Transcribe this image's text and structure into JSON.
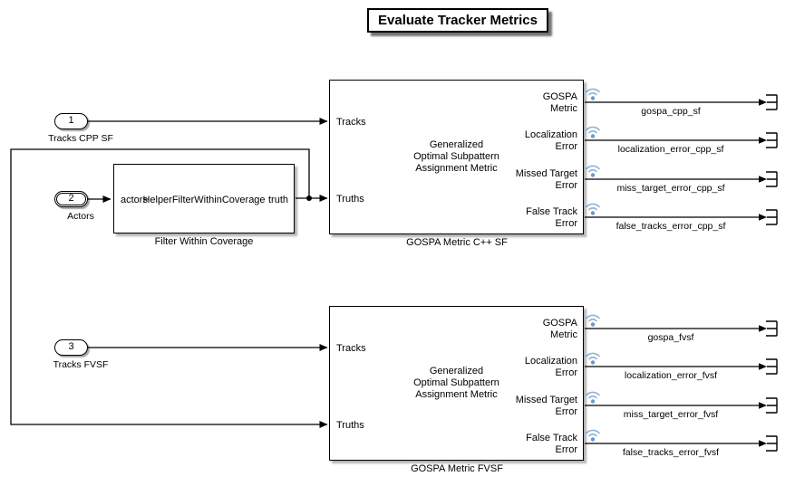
{
  "title": "Evaluate Tracker Metrics",
  "colors": {
    "wire": "#000000",
    "badge_arc": "#8fb0da",
    "badge_dot": "#6b96cc",
    "block_border": "#000000",
    "background": "#ffffff"
  },
  "icons": {
    "logging_badge": "wifi-signal-icon",
    "output_sink": "out-bus-element-icon",
    "branch_dot": "wire-branch-dot"
  },
  "inports": [
    {
      "number": "1",
      "label": "Tracks CPP SF"
    },
    {
      "number": "2",
      "label": "Actors"
    },
    {
      "number": "3",
      "label": "Tracks FVSF"
    }
  ],
  "filter_block": {
    "input_port": "actors",
    "body": "HelperFilterWithinCoverage",
    "output_port": "truth",
    "label": "Filter Within Coverage"
  },
  "gospa_blocks": [
    {
      "label": "GOSPA Metric C++ SF",
      "body": [
        "Generalized",
        "Optimal Subpattern",
        "Assignment Metric"
      ],
      "inputs": [
        "Tracks",
        "Truths"
      ],
      "outputs": [
        {
          "line1": "GOSPA",
          "line2": "Metric",
          "signal": "gospa_cpp_sf"
        },
        {
          "line1": "Localization",
          "line2": "Error",
          "signal": "localization_error_cpp_sf"
        },
        {
          "line1": "Missed Target",
          "line2": "Error",
          "signal": "miss_target_error_cpp_sf"
        },
        {
          "line1": "False Track",
          "line2": "Error",
          "signal": "false_tracks_error_cpp_sf"
        }
      ]
    },
    {
      "label": "GOSPA Metric FVSF",
      "body": [
        "Generalized",
        "Optimal Subpattern",
        "Assignment Metric"
      ],
      "inputs": [
        "Tracks",
        "Truths"
      ],
      "outputs": [
        {
          "line1": "GOSPA",
          "line2": "Metric",
          "signal": "gospa_fvsf"
        },
        {
          "line1": "Localization",
          "line2": "Error",
          "signal": "localization_error_fvsf"
        },
        {
          "line1": "Missed Target",
          "line2": "Error",
          "signal": "miss_target_error_fvsf"
        },
        {
          "line1": "False Track",
          "line2": "Error",
          "signal": "false_tracks_error_fvsf"
        }
      ]
    }
  ]
}
